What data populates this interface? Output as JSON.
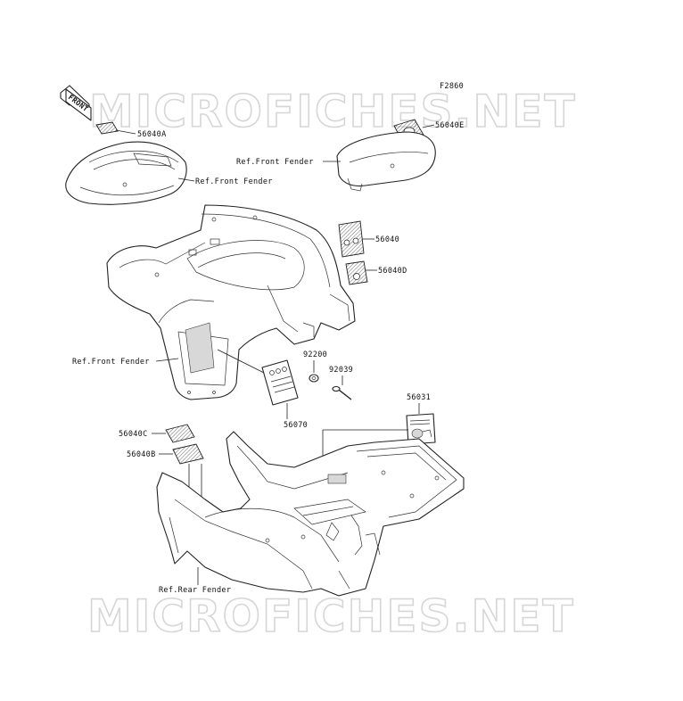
{
  "figure_code": "F2860",
  "watermark": "MICROFICHES.NET",
  "front_arrow_label": "FRONT",
  "colors": {
    "line": "#222222",
    "watermark": "#d6d6d6",
    "background": "#ffffff"
  },
  "callouts": {
    "p56040A": "56040A",
    "p56040E": "56040E",
    "ref_front_fender_1": "Ref.Front Fender",
    "ref_front_fender_2": "Ref.Front Fender",
    "p56040": "56040",
    "p56040D": "56040D",
    "ref_front_fender_3": "Ref.Front Fender",
    "p92200": "92200",
    "p92039": "92039",
    "p56070": "56070",
    "p56031": "56031",
    "p56040C": "56040C",
    "p56040B": "56040B",
    "ref_rear_fender": "Ref.Rear Fender"
  }
}
